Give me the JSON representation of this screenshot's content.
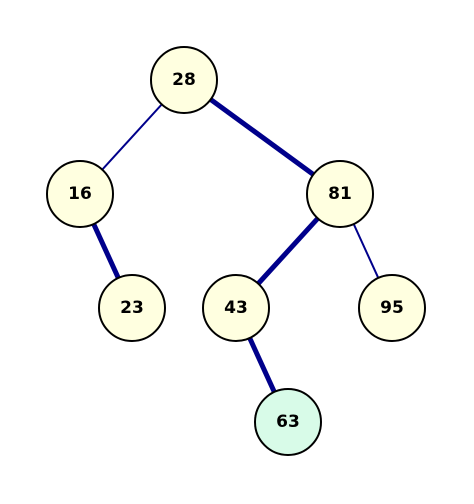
{
  "tree": {
    "colors": {
      "node_fill": "#ffffe0",
      "highlight_fill": "#d8fbe8",
      "node_stroke": "#000000",
      "edge": "#00008b"
    },
    "nodes": [
      {
        "id": "n28",
        "label": "28",
        "highlighted": false
      },
      {
        "id": "n16",
        "label": "16",
        "highlighted": false
      },
      {
        "id": "n81",
        "label": "81",
        "highlighted": false
      },
      {
        "id": "n23",
        "label": "23",
        "highlighted": false
      },
      {
        "id": "n43",
        "label": "43",
        "highlighted": false
      },
      {
        "id": "n95",
        "label": "95",
        "highlighted": false
      },
      {
        "id": "n63",
        "label": "63",
        "highlighted": true
      }
    ],
    "edges": [
      {
        "from": "n28",
        "to": "n16",
        "emphasized": false
      },
      {
        "from": "n28",
        "to": "n81",
        "emphasized": true
      },
      {
        "from": "n16",
        "to": "n23",
        "emphasized": true
      },
      {
        "from": "n81",
        "to": "n43",
        "emphasized": true
      },
      {
        "from": "n81",
        "to": "n95",
        "emphasized": false
      },
      {
        "from": "n43",
        "to": "n63",
        "emphasized": true
      }
    ]
  }
}
